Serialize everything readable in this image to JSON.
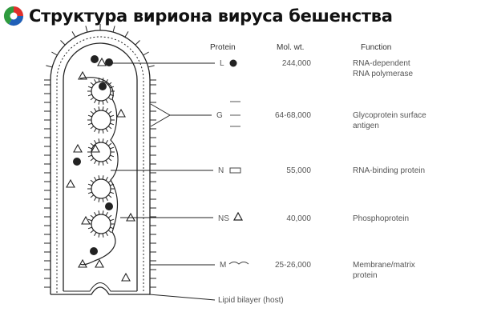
{
  "title": "Структура вириона вируса бешенства",
  "headers": {
    "protein": "Protein",
    "mol_wt": "Mol. wt.",
    "function": "Function"
  },
  "rows": [
    {
      "protein": "L",
      "mol_wt": "244,000",
      "function": [
        "RNA-dependent",
        "RNA polymerase"
      ]
    },
    {
      "protein": "G",
      "mol_wt": "64-68,000",
      "function": [
        "Glycoprotein surface",
        "antigen"
      ]
    },
    {
      "protein": "N",
      "mol_wt": "55,000",
      "function": [
        "RNA-binding protein"
      ]
    },
    {
      "protein": "NS",
      "mol_wt": "40,000",
      "function": [
        "Phosphoprotein"
      ]
    },
    {
      "protein": "M",
      "mol_wt": "25-26,000",
      "function": [
        "Membrane/matrix",
        "protein"
      ]
    }
  ],
  "lipid_label": "Lipid bilayer (host)",
  "colors": {
    "logo_red": "#e0302c",
    "logo_blue": "#1f5fb8",
    "logo_green": "#2e9b3e",
    "ink": "#222222"
  }
}
